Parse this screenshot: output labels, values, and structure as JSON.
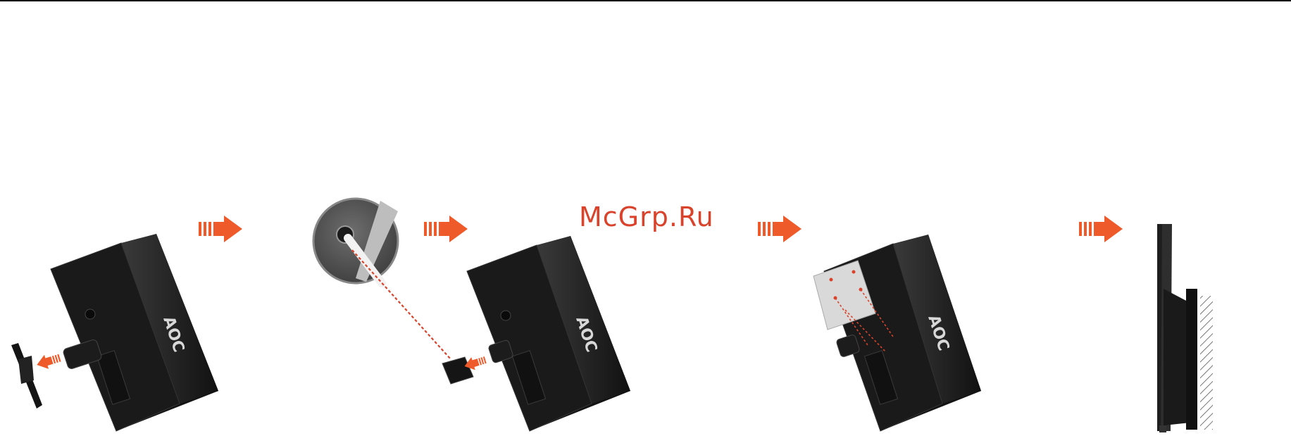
{
  "watermark": {
    "text": "McGrp.Ru",
    "color": "#d9432b"
  },
  "brand": {
    "logo": "AOC"
  },
  "colors": {
    "arrow": "#ef5a2a",
    "monitor": "#1b1b1b",
    "bezel": "#2b2b2b",
    "plate": "#d9d9d9",
    "rule": "#000000"
  },
  "steps": [
    {
      "icon": "monitor-remove-base"
    },
    {
      "icon": "monitor-remove-neck-cover"
    },
    {
      "icon": "monitor-attach-wall-plate"
    },
    {
      "icon": "monitor-wall-mounted-side-view"
    }
  ]
}
